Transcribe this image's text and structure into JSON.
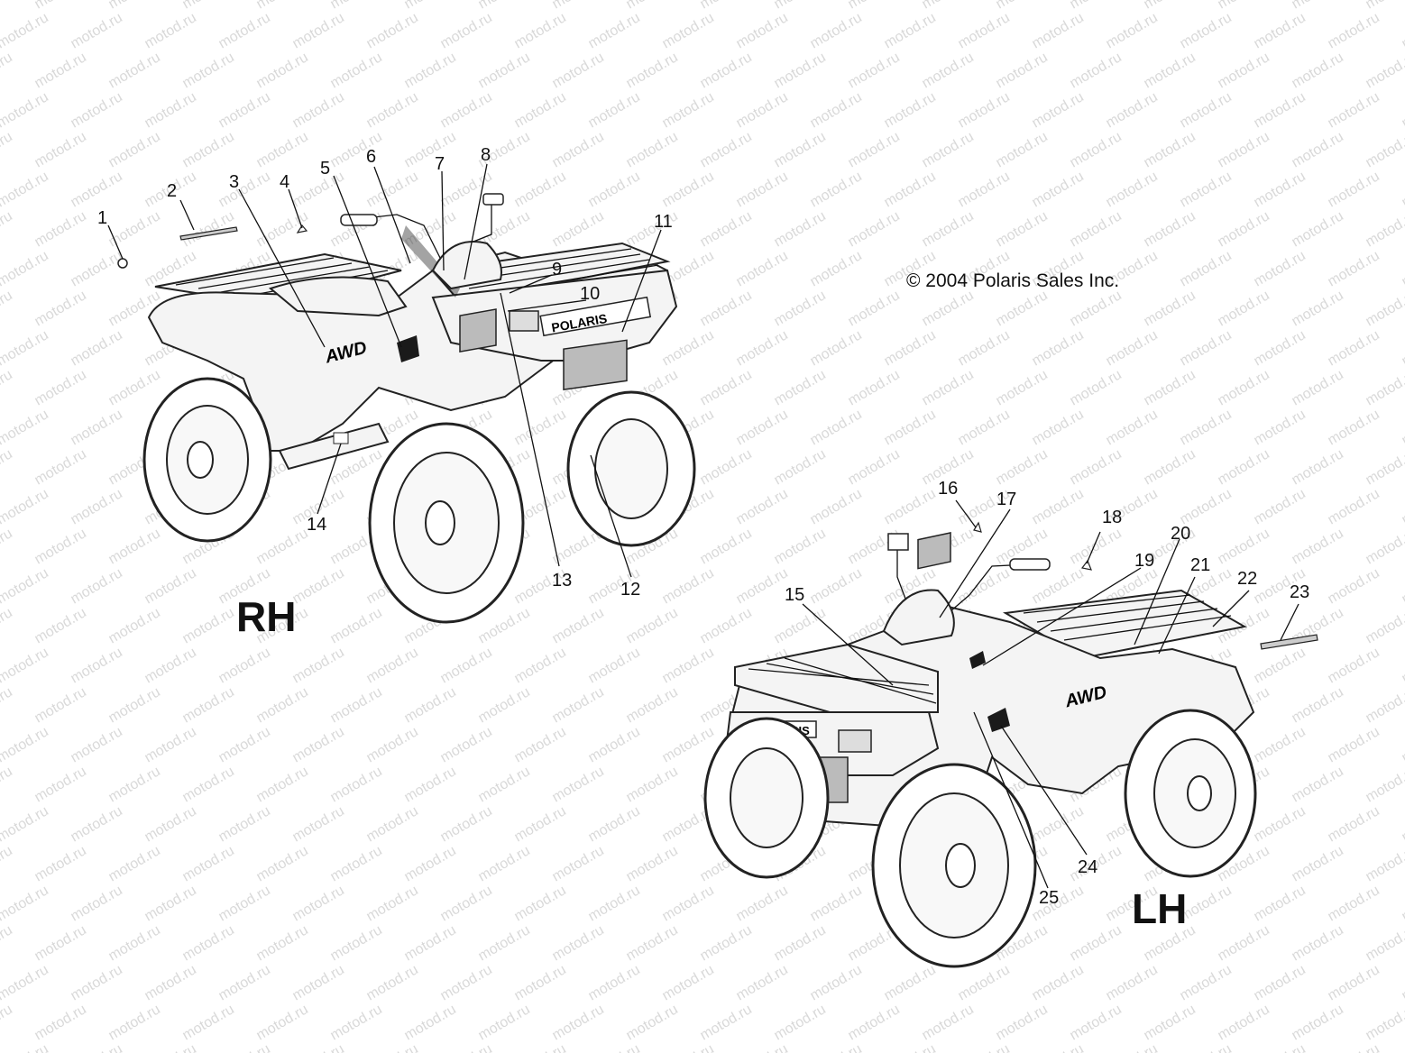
{
  "copyright": "© 2004 Polaris Sales Inc.",
  "watermark_text": "motod.ru",
  "views": [
    {
      "id": "rh",
      "label": "RH"
    },
    {
      "id": "lh",
      "label": "LH"
    }
  ],
  "callouts": [
    "1",
    "2",
    "3",
    "4",
    "5",
    "6",
    "7",
    "8",
    "9",
    "10",
    "11",
    "12",
    "13",
    "14",
    "15",
    "16",
    "17",
    "18",
    "19",
    "20",
    "21",
    "22",
    "23",
    "24",
    "25"
  ],
  "decal_text": {
    "brand": "POLARIS",
    "drive": "AWD"
  }
}
